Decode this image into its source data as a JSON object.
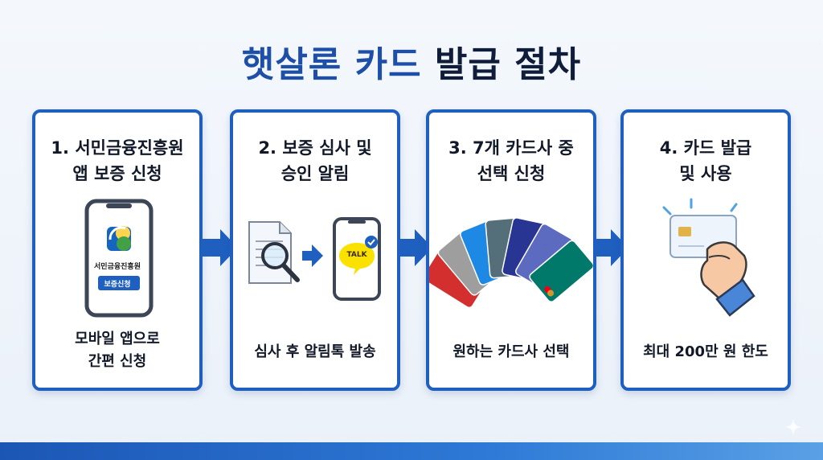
{
  "title": {
    "part1": "햇살론 카드",
    "part2": "발급 절차"
  },
  "steps": [
    {
      "title_line1": "1. 서민금융진흥원",
      "title_line2": "앱 보증 신청",
      "phone_app_name": "서민금융진흥원",
      "phone_button": "보증신청",
      "caption_line1": "모바일 앱으로",
      "caption_line2": "간편 신청"
    },
    {
      "title_line1": "2. 보증 심사 및",
      "title_line2": "승인 알림",
      "talk_label": "TALK",
      "caption_line1": "심사 후 알림톡 발송",
      "caption_line2": ""
    },
    {
      "title_line1": "3. 7개 카드사 중",
      "title_line2": "선택 신청",
      "caption_line1": "원하는 카드사 선택",
      "caption_line2": ""
    },
    {
      "title_line1": "4. 카드 발급",
      "title_line2": "및 사용",
      "caption_line1": "최대 200만 원 한도",
      "caption_line2": ""
    }
  ],
  "colors": {
    "primary": "#1f5fbf",
    "title_blue": "#1d4fa8",
    "title_dark": "#0f1d3a",
    "arrow": "#1f5fbf",
    "kakao_yellow": "#fae100"
  },
  "icons": [
    "phone-icon",
    "document-icon",
    "magnifier-icon",
    "kakao-talk-icon",
    "check-badge-icon",
    "card-fan-icon",
    "hand-holding-card-icon",
    "arrow-right-icon"
  ]
}
